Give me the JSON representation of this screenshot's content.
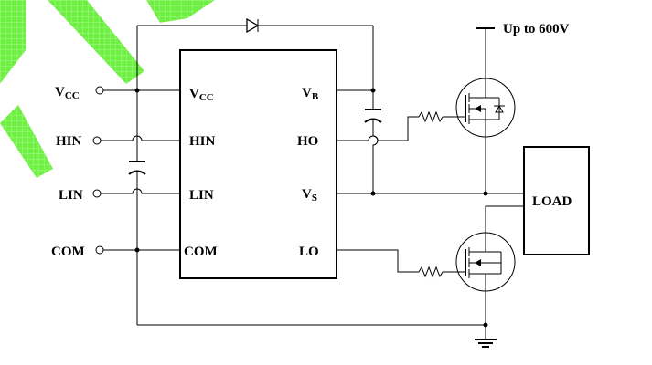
{
  "watermark": {
    "color": "#55ee22",
    "text": "IRF"
  },
  "supply": {
    "label": "Up to 600V"
  },
  "inputs": {
    "vcc": {
      "main": "V",
      "sub": "CC"
    },
    "hin": "HIN",
    "lin": "LIN",
    "com": "COM"
  },
  "chip": {
    "left": {
      "vcc": {
        "main": "V",
        "sub": "CC"
      },
      "hin": "HIN",
      "lin": "LIN",
      "com": "COM"
    },
    "right": {
      "vb": {
        "main": "V",
        "sub": "B"
      },
      "ho": "HO",
      "vs": {
        "main": "V",
        "sub": "S"
      },
      "lo": "LO"
    }
  },
  "load": {
    "label": "LOAD"
  }
}
